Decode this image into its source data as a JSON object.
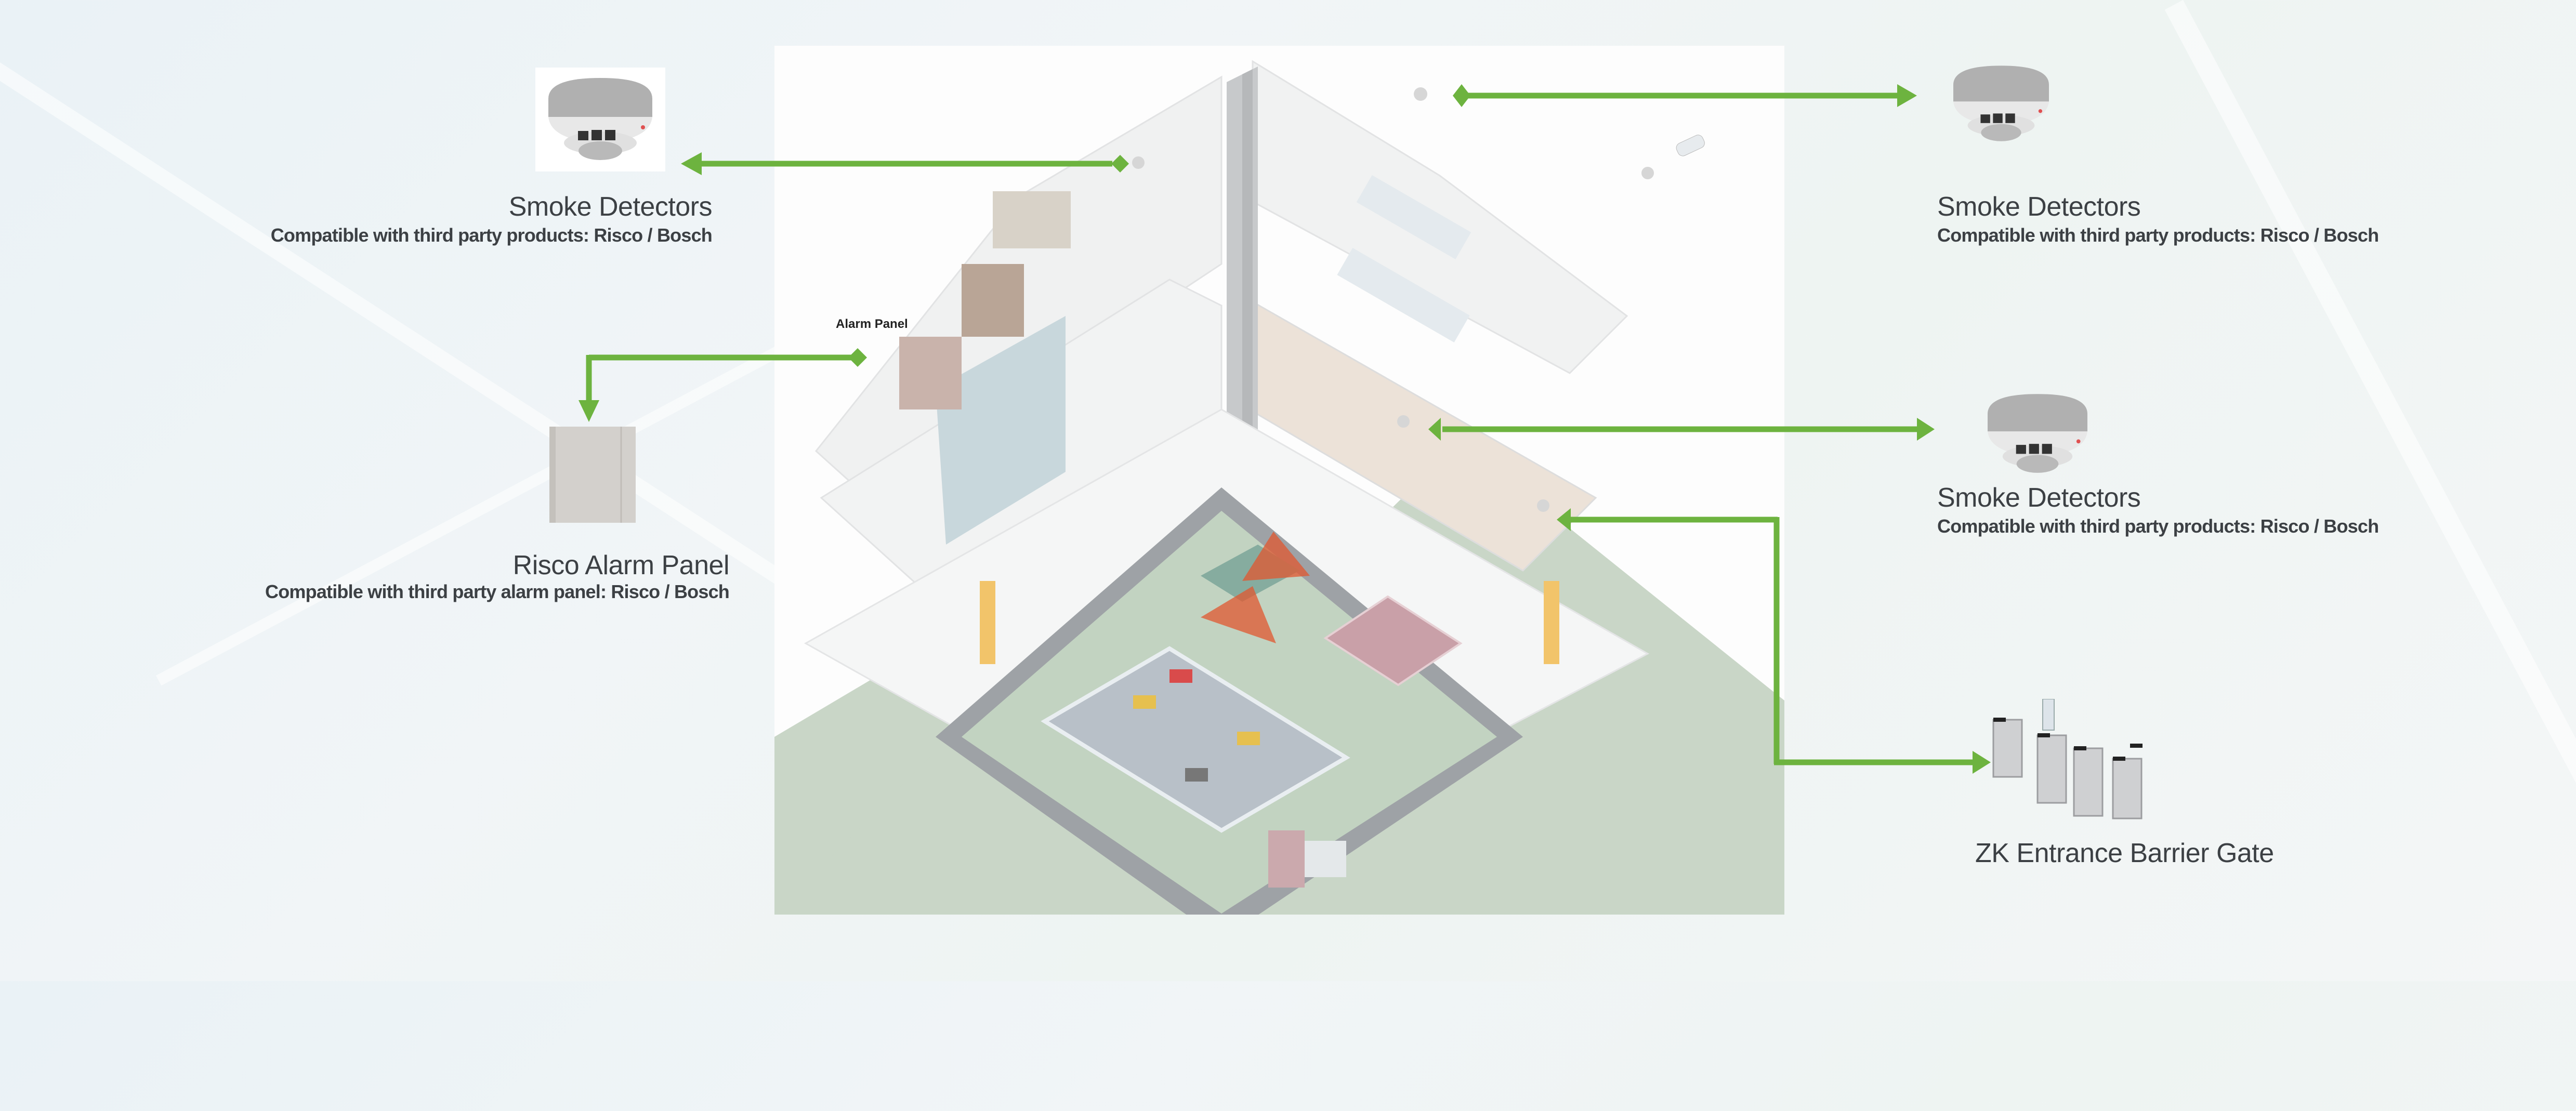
{
  "colors": {
    "connector": "#6db33f",
    "text": "#3c4044",
    "panel_bg": "#fdfdfd",
    "ground": "#c9d6c7",
    "court": "#c9a0a8",
    "camera_cone": "#e0572f",
    "entrance_frame": "#f2c46a"
  },
  "devices": {
    "smoke_left": {
      "icon": "smoke-detector-icon",
      "title": "Smoke Detectors",
      "subtitle": "Compatible with third party products: Risco / Bosch"
    },
    "smoke_top_right": {
      "icon": "smoke-detector-icon",
      "title": "Smoke Detectors",
      "subtitle": "Compatible with third party products: Risco / Bosch"
    },
    "smoke_mid_right": {
      "icon": "smoke-detector-icon",
      "title": "Smoke Detectors",
      "subtitle": "Compatible with third party products: Risco / Bosch"
    },
    "alarm_panel": {
      "icon": "alarm-panel-icon",
      "title": "Risco Alarm Panel",
      "subtitle": "Compatible with third party alarm panel: Risco / Bosch"
    },
    "barrier_gate": {
      "icon": "barrier-gate-icon",
      "title": "ZK Entrance Barrier Gate"
    }
  },
  "illustration": {
    "alarm_panel_label": "Alarm Panel",
    "icons": [
      "building-icon",
      "elevator-icon",
      "cctv-camera-icon",
      "parking-lot-icon",
      "tennis-court-icon",
      "guard-house-icon"
    ]
  }
}
